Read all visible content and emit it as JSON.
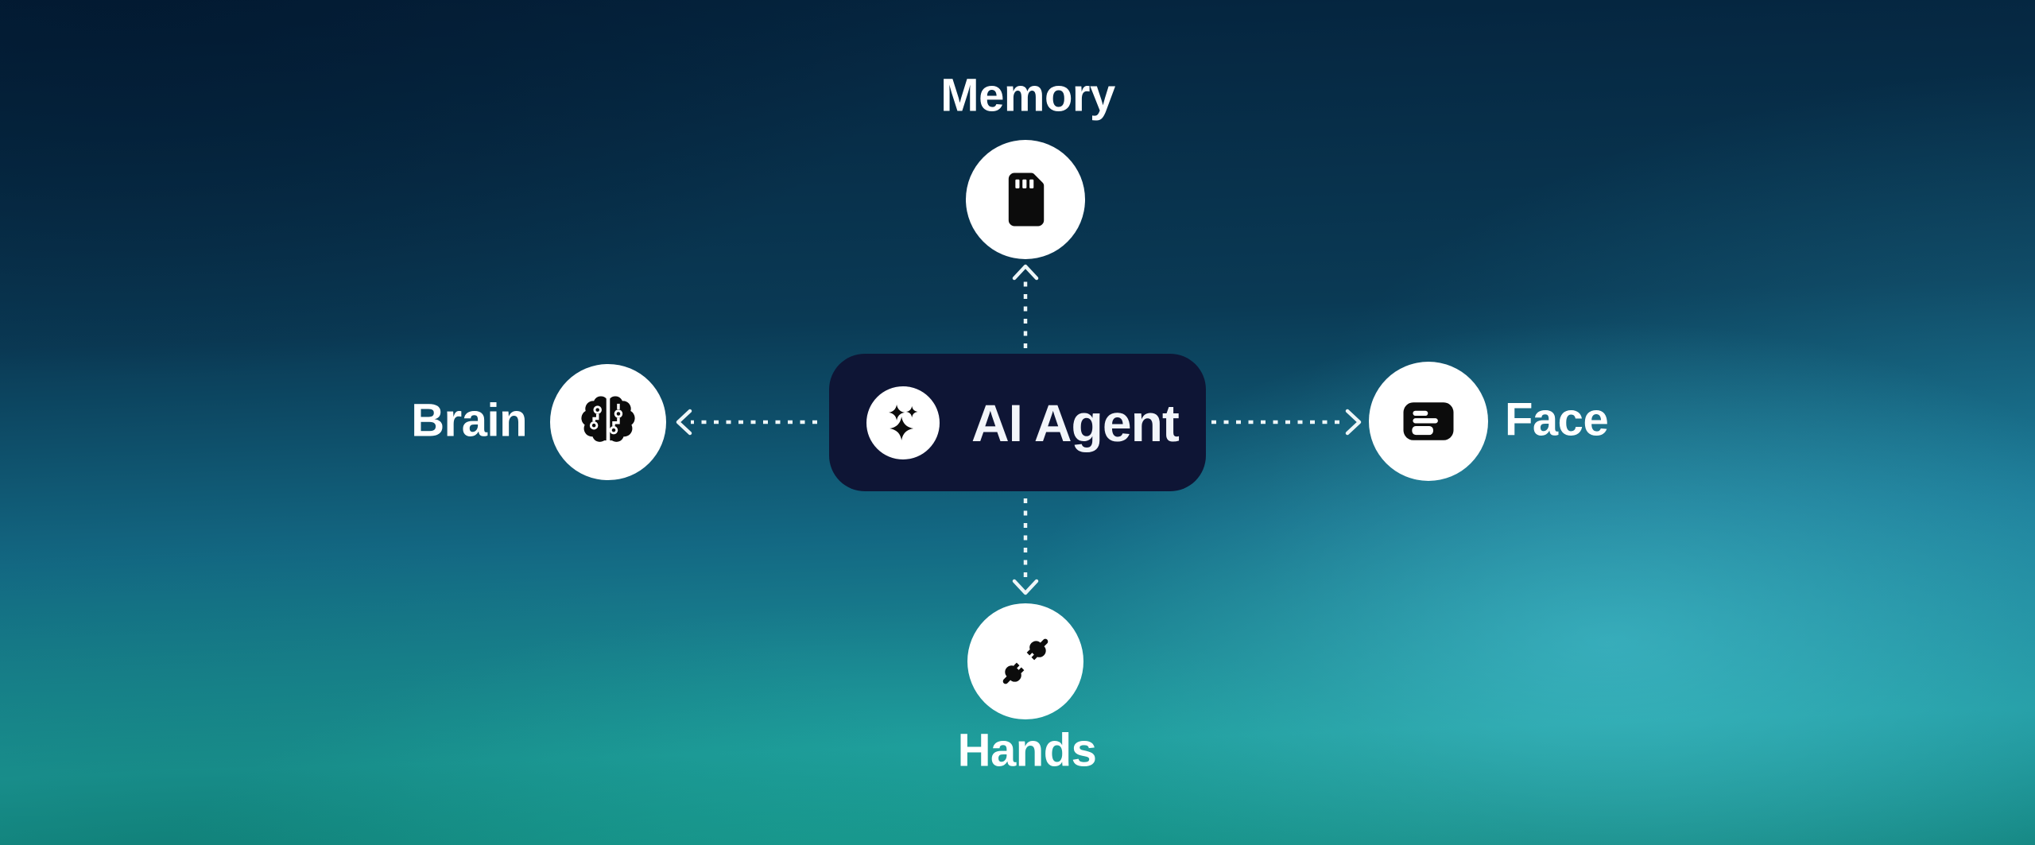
{
  "diagram": {
    "center": {
      "label": "AI Agent",
      "icon": "sparkles-icon"
    },
    "nodes": [
      {
        "id": "memory",
        "label": "Memory",
        "position": "top",
        "icon": "memory-card-icon",
        "label_placement": "above-circle"
      },
      {
        "id": "face",
        "label": "Face",
        "position": "right",
        "icon": "interface-card-icon",
        "label_placement": "right-of-circle"
      },
      {
        "id": "hands",
        "label": "Hands",
        "position": "bottom",
        "icon": "plug-icon",
        "label_placement": "below-circle"
      },
      {
        "id": "brain",
        "label": "Brain",
        "position": "left",
        "icon": "brain-circuit-icon",
        "label_placement": "left-of-circle"
      }
    ],
    "connections": [
      {
        "from": "ai-agent",
        "to": "memory",
        "style": "dashed",
        "arrowhead": "open-chevron",
        "direction": "outward"
      },
      {
        "from": "ai-agent",
        "to": "face",
        "style": "dashed",
        "arrowhead": "open-chevron",
        "direction": "outward"
      },
      {
        "from": "ai-agent",
        "to": "hands",
        "style": "dashed",
        "arrowhead": "open-chevron",
        "direction": "outward"
      },
      {
        "from": "ai-agent",
        "to": "brain",
        "style": "dashed",
        "arrowhead": "open-chevron",
        "direction": "outward"
      }
    ]
  },
  "colors": {
    "background_top": "#04223c",
    "background_mid": "#136883",
    "background_bottom": "#12847b",
    "highlight_cyan": "#52d0de",
    "center_box": "#0e1535",
    "node_circle": "#ffffff",
    "icon": "#0c0c0c",
    "text": "#ffffff",
    "arrow": "#eef6f8"
  }
}
